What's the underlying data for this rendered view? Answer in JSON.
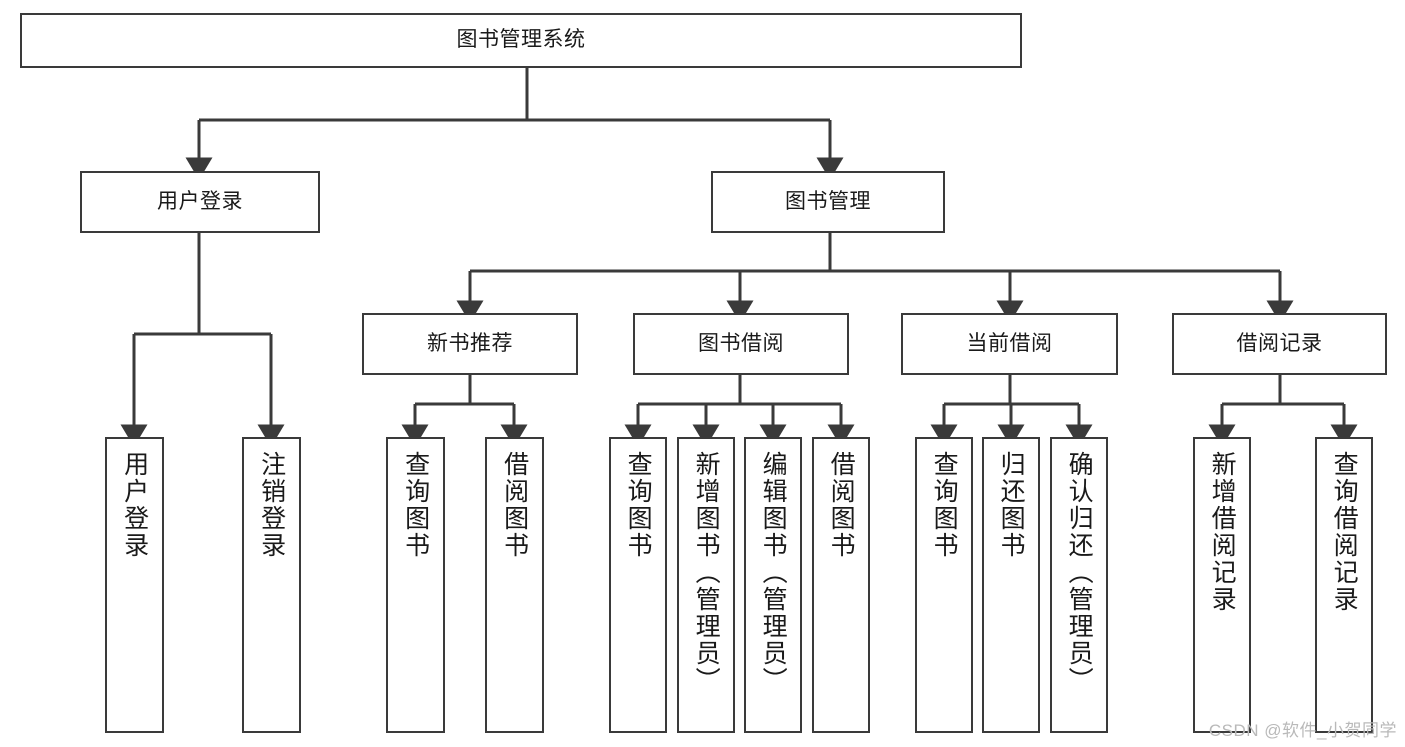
{
  "diagram": {
    "title": "图书管理系统",
    "type": "tree",
    "watermark": "CSDN @软件_小贺同学",
    "colors": {
      "stroke": "#3a3a3a",
      "fill": "#ffffff",
      "text": "#1a1a1a",
      "watermark": "#b9b9b9"
    },
    "nodes": {
      "root": {
        "label": "图书管理系统"
      },
      "level2": [
        {
          "id": "user-login",
          "label": "用户登录"
        },
        {
          "id": "book-management",
          "label": "图书管理"
        }
      ],
      "level3": [
        {
          "id": "new-book-recommend",
          "label": "新书推荐"
        },
        {
          "id": "book-borrow",
          "label": "图书借阅"
        },
        {
          "id": "current-borrow",
          "label": "当前借阅"
        },
        {
          "id": "borrow-record",
          "label": "借阅记录"
        }
      ],
      "leaves": {
        "user-login": [
          {
            "id": "leaf-user-login",
            "label": "用户登录"
          },
          {
            "id": "leaf-logout",
            "label": "注销登录"
          }
        ],
        "new-book-recommend": [
          {
            "id": "leaf-query-book-1",
            "label": "查询图书"
          },
          {
            "id": "leaf-borrow-book-1",
            "label": "借阅图书"
          }
        ],
        "book-borrow": [
          {
            "id": "leaf-query-book-2",
            "label": "查询图书"
          },
          {
            "id": "leaf-add-book",
            "label": "新增图书（管理员）"
          },
          {
            "id": "leaf-edit-book",
            "label": "编辑图书（管理员）"
          },
          {
            "id": "leaf-borrow-book-2",
            "label": "借阅图书"
          }
        ],
        "current-borrow": [
          {
            "id": "leaf-query-book-3",
            "label": "查询图书"
          },
          {
            "id": "leaf-return-book",
            "label": "归还图书"
          },
          {
            "id": "leaf-confirm-return",
            "label": "确认归还（管理员）"
          }
        ],
        "borrow-record": [
          {
            "id": "leaf-add-record",
            "label": "新增借阅记录"
          },
          {
            "id": "leaf-query-record",
            "label": "查询借阅记录"
          }
        ]
      }
    }
  }
}
